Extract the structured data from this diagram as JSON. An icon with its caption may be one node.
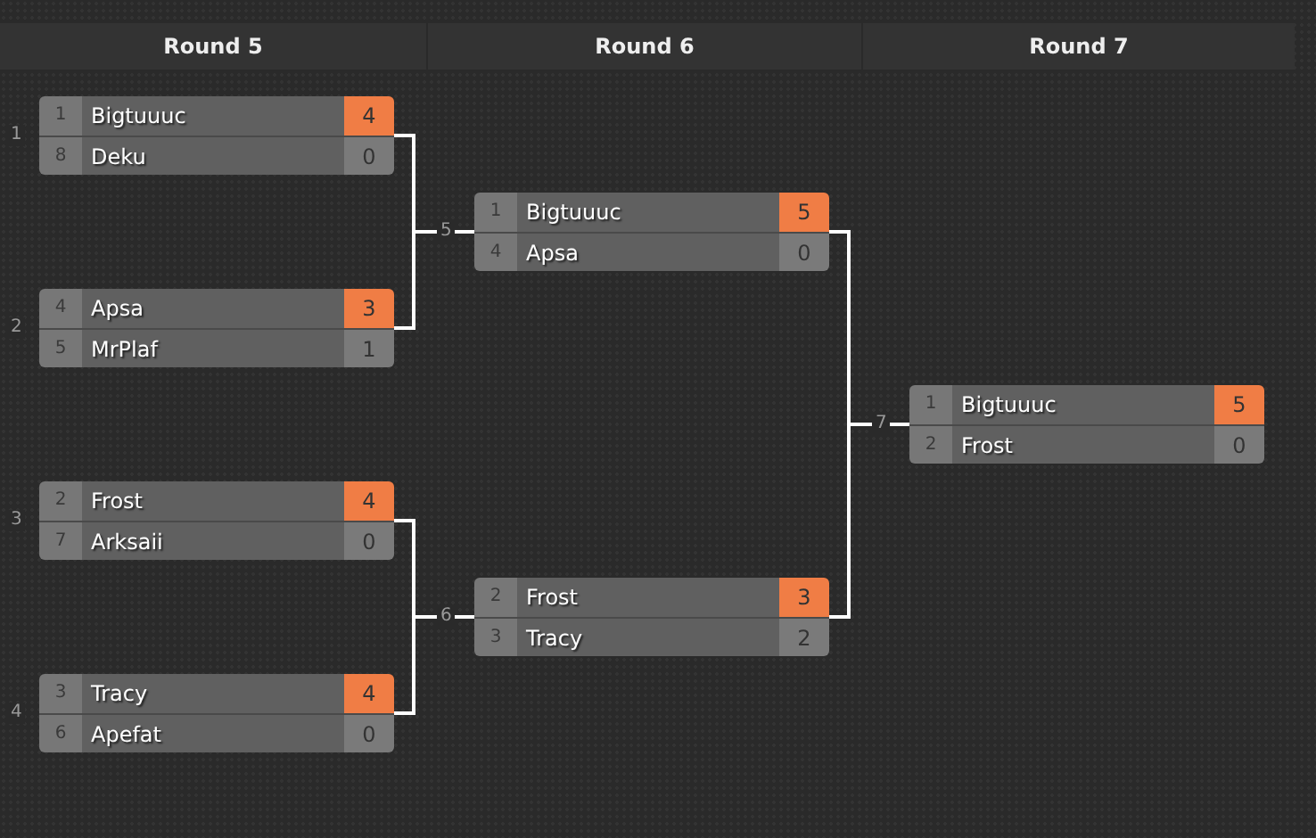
{
  "diagram": {
    "nodes": [
      {
        "text": [
          "1",
          "Bigtuuuc",
          "4",
          "8",
          "Deku",
          "0"
        ],
        "beside": [
          "1"
        ]
      },
      {
        "text": [
          "4",
          "Apsa",
          "3",
          "5",
          "MrPlaf",
          "1"
        ],
        "beside": [
          "2"
        ]
      },
      {
        "text": [
          "2",
          "Frost",
          "4",
          "7",
          "Arksaii",
          "0"
        ],
        "beside": [
          "3"
        ]
      },
      {
        "text": [
          "3",
          "Tracy",
          "4",
          "6",
          "Apefat",
          "0"
        ],
        "beside": [
          "4"
        ]
      },
      {
        "text": [
          "1",
          "Bigtuuuc",
          "5",
          "4",
          "Apsa",
          "0"
        ],
        "beside": [
          "5"
        ]
      },
      {
        "text": [
          "2",
          "Frost",
          "3",
          "3",
          "Tracy",
          "2"
        ],
        "beside": [
          "6"
        ]
      },
      {
        "text": [
          "1",
          "Bigtuuuc",
          "5",
          "2",
          "Frost",
          "0"
        ],
        "beside": [
          "7"
        ]
      }
    ],
    "edges": [
      {
        "from": 0,
        "to": 4,
        "arrow": "none"
      },
      {
        "from": 1,
        "to": 4,
        "arrow": "none"
      },
      {
        "from": 2,
        "to": 5,
        "arrow": "none"
      },
      {
        "from": 3,
        "to": 5,
        "arrow": "none"
      },
      {
        "from": 4,
        "to": 6,
        "arrow": "none"
      },
      {
        "from": 5,
        "to": 6,
        "arrow": "none"
      }
    ],
    "labels": [
      "Round 5",
      "Round 6",
      "Round 7"
    ]
  }
}
